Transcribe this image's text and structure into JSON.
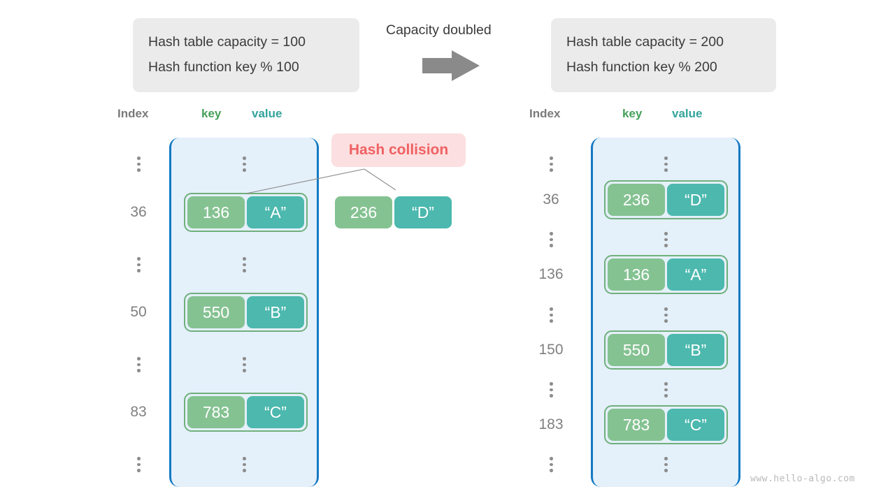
{
  "diagram": {
    "title_watermark": "www.hello-algo.com",
    "transition_label": "Capacity doubled",
    "collision_label": "Hash collision",
    "colors": {
      "key_cell": "#85c292",
      "value_cell": "#4cb8ae",
      "panel_bg": "#e4f0fa",
      "panel_border": "#1479c4",
      "pair_border": "#6fb07c",
      "collision_bg": "#fcdfe0",
      "collision_text": "#ef6163",
      "info_bg": "#ebebeb",
      "index_text": "#808080",
      "header_index": "#7a7a7a",
      "header_key": "#46a05a",
      "header_value": "#33a39b",
      "arrow": "#8a8a8a"
    }
  },
  "left_table": {
    "info": {
      "capacity_line": "Hash table capacity = 100",
      "function_line": "Hash function key % 100"
    },
    "headers": {
      "index": "Index",
      "key": "key",
      "value": "value"
    },
    "rows": [
      {
        "type": "dots",
        "index": "",
        "key": "",
        "value": ""
      },
      {
        "type": "entry",
        "index": "36",
        "key": "136",
        "value": "“A”"
      },
      {
        "type": "dots",
        "index": "",
        "key": "",
        "value": ""
      },
      {
        "type": "entry",
        "index": "50",
        "key": "550",
        "value": "“B”"
      },
      {
        "type": "dots",
        "index": "",
        "key": "",
        "value": ""
      },
      {
        "type": "entry",
        "index": "83",
        "key": "783",
        "value": "“C”"
      },
      {
        "type": "dots",
        "index": "",
        "key": "",
        "value": ""
      }
    ],
    "colliding_entry": {
      "key": "236",
      "value": "“D”"
    }
  },
  "right_table": {
    "info": {
      "capacity_line": "Hash table capacity = 200",
      "function_line": "Hash function key % 200"
    },
    "headers": {
      "index": "Index",
      "key": "key",
      "value": "value"
    },
    "rows": [
      {
        "type": "dots",
        "index": "",
        "key": "",
        "value": ""
      },
      {
        "type": "entry",
        "index": "36",
        "key": "236",
        "value": "“D”"
      },
      {
        "type": "dots",
        "index": "",
        "key": "",
        "value": ""
      },
      {
        "type": "entry",
        "index": "136",
        "key": "136",
        "value": "“A”"
      },
      {
        "type": "dots",
        "index": "",
        "key": "",
        "value": ""
      },
      {
        "type": "entry",
        "index": "150",
        "key": "550",
        "value": "“B”"
      },
      {
        "type": "dots",
        "index": "",
        "key": "",
        "value": ""
      },
      {
        "type": "entry",
        "index": "183",
        "key": "783",
        "value": "“C”"
      },
      {
        "type": "dots",
        "index": "",
        "key": "",
        "value": ""
      }
    ]
  }
}
